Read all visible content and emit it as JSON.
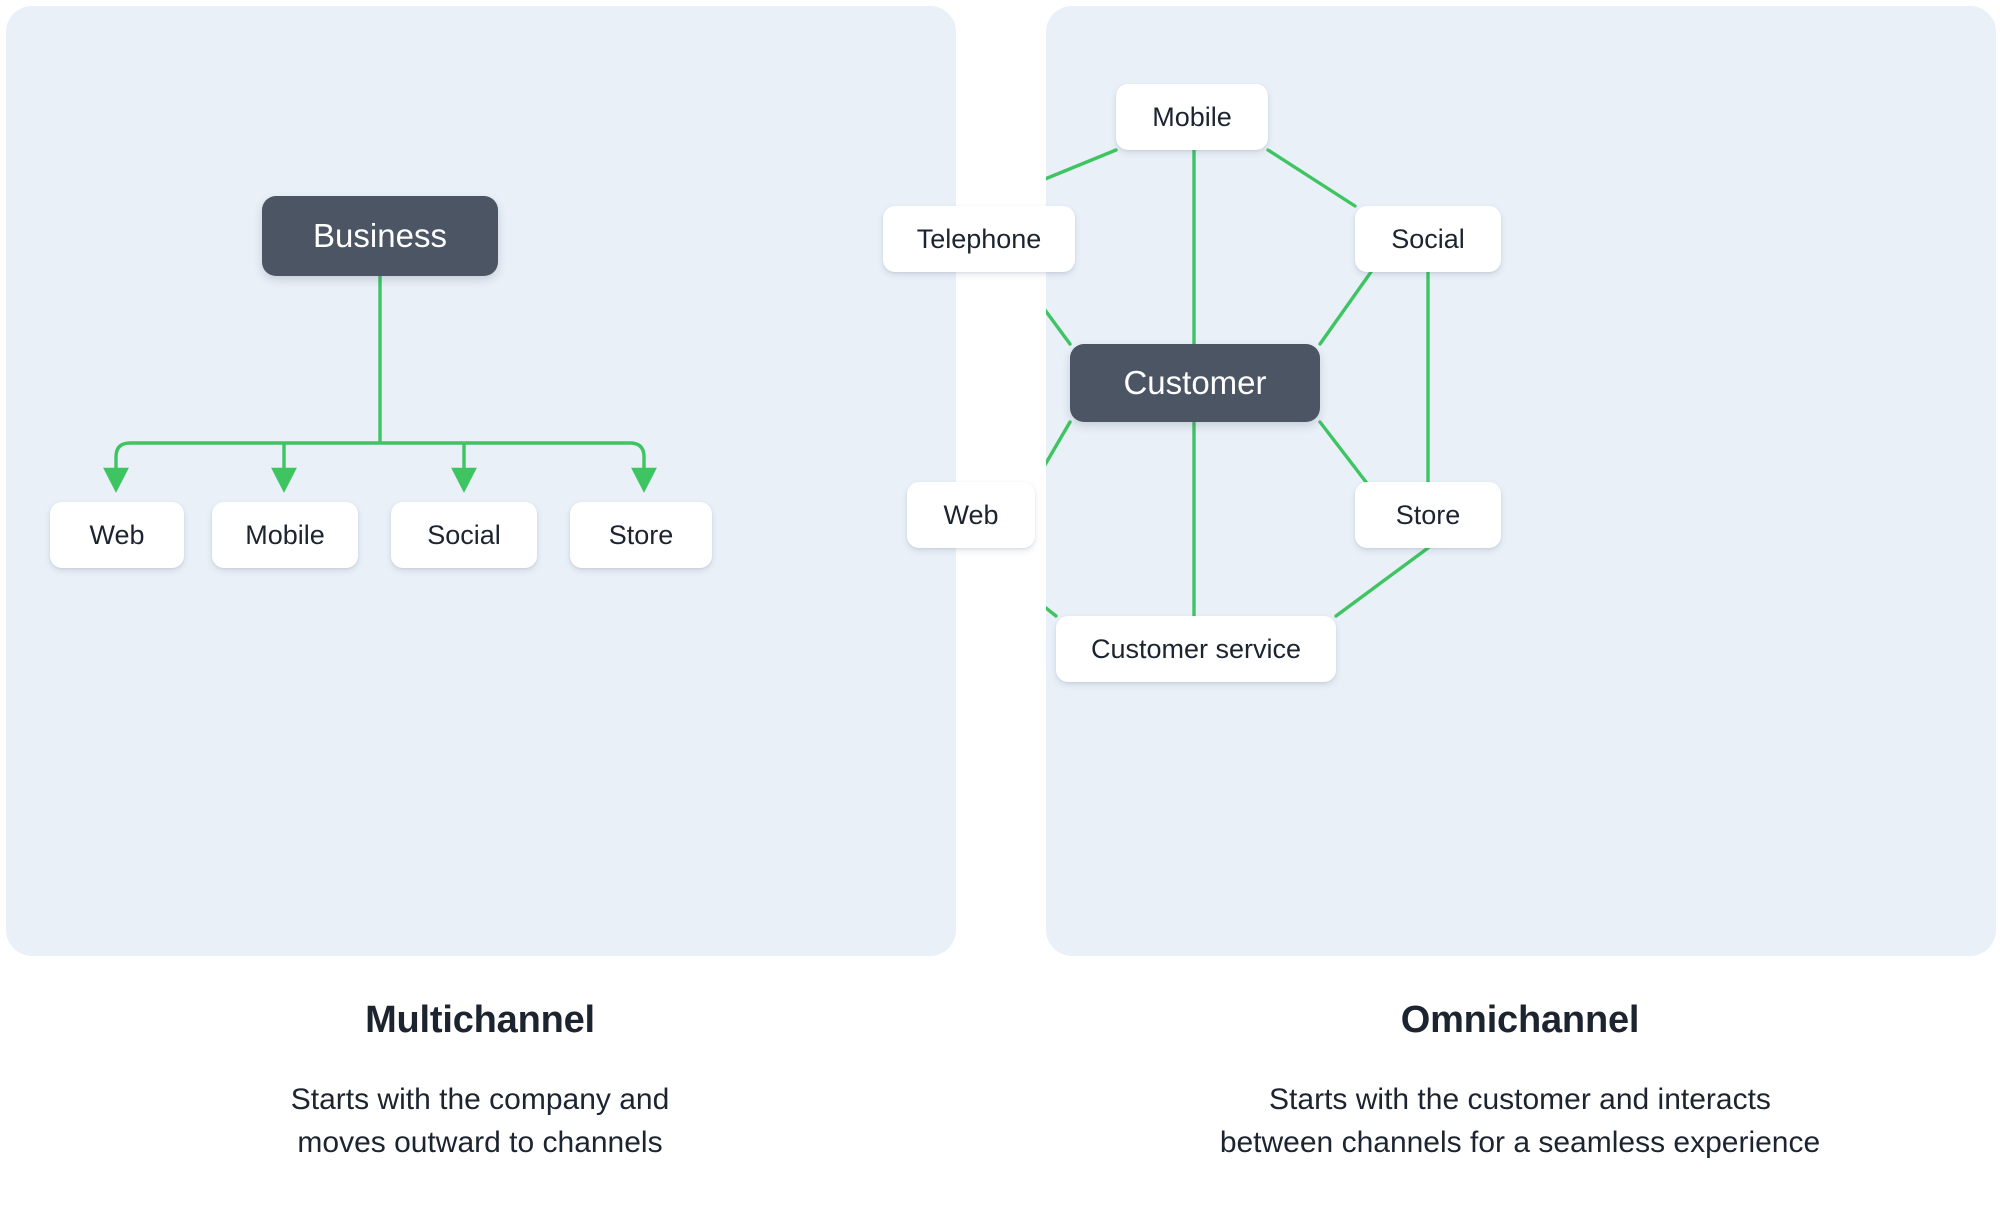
{
  "colors": {
    "panel_bg": "#e9f0f8",
    "hub_bg": "#4b5563",
    "node_bg": "#ffffff",
    "connector_green": "#3fc462",
    "text_dark": "#1c2430",
    "page_bg": "#ffffff"
  },
  "panels": [
    {
      "id": "multichannel",
      "hub": {
        "label": "Business"
      },
      "channels": [
        {
          "label": "Web"
        },
        {
          "label": "Mobile"
        },
        {
          "label": "Social"
        },
        {
          "label": "Store"
        }
      ],
      "caption": {
        "title": "Multichannel",
        "description_line1": "Starts with the company and",
        "description_line2": "moves outward to channels"
      }
    },
    {
      "id": "omnichannel",
      "hub": {
        "label": "Customer"
      },
      "channels": [
        {
          "label": "Mobile"
        },
        {
          "label": "Telephone"
        },
        {
          "label": "Social"
        },
        {
          "label": "Web"
        },
        {
          "label": "Store"
        },
        {
          "label": "Customer service"
        }
      ],
      "caption": {
        "title": "Omnichannel",
        "description_line1": "Starts with the customer and interacts",
        "description_line2": "between channels for a seamless experience"
      }
    }
  ],
  "chart_data": {
    "type": "diagram",
    "title": "Multichannel vs Omnichannel",
    "diagrams": [
      {
        "name": "Multichannel",
        "layout": "top-down tree",
        "root": "Business",
        "leaves": [
          "Web",
          "Mobile",
          "Social",
          "Store"
        ],
        "edges": [
          {
            "from": "Business",
            "to": "Web",
            "arrow": true
          },
          {
            "from": "Business",
            "to": "Mobile",
            "arrow": true
          },
          {
            "from": "Business",
            "to": "Social",
            "arrow": true
          },
          {
            "from": "Business",
            "to": "Store",
            "arrow": true
          }
        ],
        "edge_style": "orthogonal-elbow-with-arrowheads"
      },
      {
        "name": "Omnichannel",
        "layout": "hexagonal mesh around center",
        "center": "Customer",
        "ring": [
          "Mobile",
          "Telephone",
          "Social",
          "Web",
          "Store",
          "Customer service"
        ],
        "edges": [
          {
            "from": "Customer",
            "to": "Mobile",
            "arrow": false
          },
          {
            "from": "Customer",
            "to": "Telephone",
            "arrow": false
          },
          {
            "from": "Customer",
            "to": "Social",
            "arrow": false
          },
          {
            "from": "Customer",
            "to": "Web",
            "arrow": false
          },
          {
            "from": "Customer",
            "to": "Store",
            "arrow": false
          },
          {
            "from": "Customer",
            "to": "Customer service",
            "arrow": false
          },
          {
            "from": "Mobile",
            "to": "Telephone",
            "arrow": false
          },
          {
            "from": "Mobile",
            "to": "Social",
            "arrow": false
          },
          {
            "from": "Telephone",
            "to": "Web",
            "arrow": false
          },
          {
            "from": "Social",
            "to": "Store",
            "arrow": false
          },
          {
            "from": "Web",
            "to": "Customer service",
            "arrow": false
          },
          {
            "from": "Store",
            "to": "Customer service",
            "arrow": false
          }
        ],
        "edge_style": "straight-lines-no-arrowheads"
      }
    ]
  }
}
